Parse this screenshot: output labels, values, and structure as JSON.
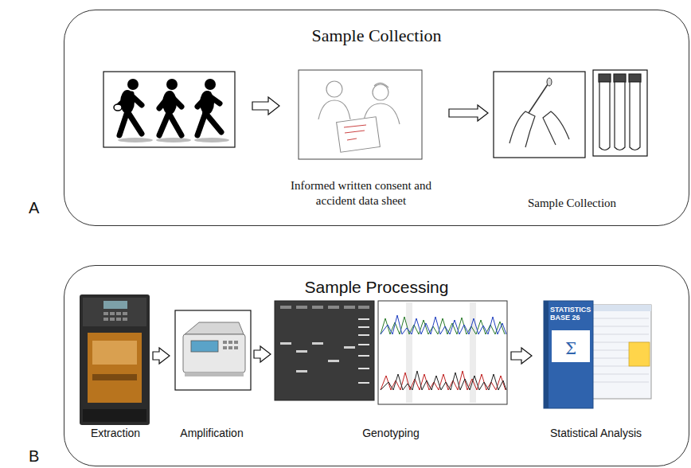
{
  "diagram": {
    "nodes": [
      {
        "text": [
          "Sample Collection"
        ]
      },
      {
        "text": [
          "Informed written consent and accident data sheet"
        ],
        "in": 0
      },
      {
        "text": [
          "Sample Collection"
        ],
        "in": 0
      },
      {
        "text": [
          "Sample Processing"
        ]
      },
      {
        "text": [
          "Extraction"
        ],
        "in": 3
      },
      {
        "text": [
          "Amplification"
        ],
        "in": 3
      },
      {
        "text": [
          "Genotyping"
        ],
        "in": 3
      },
      {
        "text": [
          "Statistical Analysis"
        ],
        "in": 3
      }
    ],
    "edges": [
      {
        "from": 1,
        "to": 2,
        "arrow": "to"
      },
      {
        "from": 4,
        "to": 5,
        "arrow": "to"
      },
      {
        "from": 5,
        "to": 6,
        "arrow": "to"
      },
      {
        "from": 6,
        "to": 7,
        "arrow": "to"
      }
    ],
    "labels": [
      "A",
      "B",
      "STATISTICS BASE 26"
    ]
  }
}
